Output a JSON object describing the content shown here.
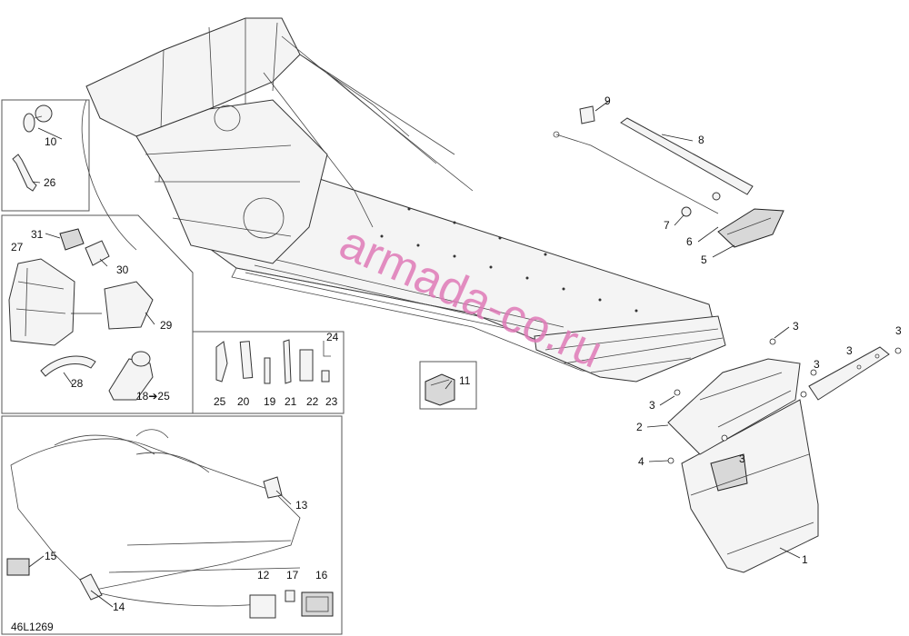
{
  "diagram": {
    "reference_code": "46L1269",
    "watermark": "armada-co.ru",
    "callouts": [
      "1",
      "2",
      "3",
      "3",
      "3",
      "3",
      "3",
      "3",
      "4",
      "5",
      "6",
      "7",
      "8",
      "9",
      "10",
      "11",
      "12",
      "13",
      "14",
      "15",
      "16",
      "17",
      "18➔25",
      "19",
      "20",
      "21",
      "22",
      "23",
      "24",
      "25",
      "26",
      "27",
      "28",
      "29",
      "30",
      "31"
    ]
  }
}
